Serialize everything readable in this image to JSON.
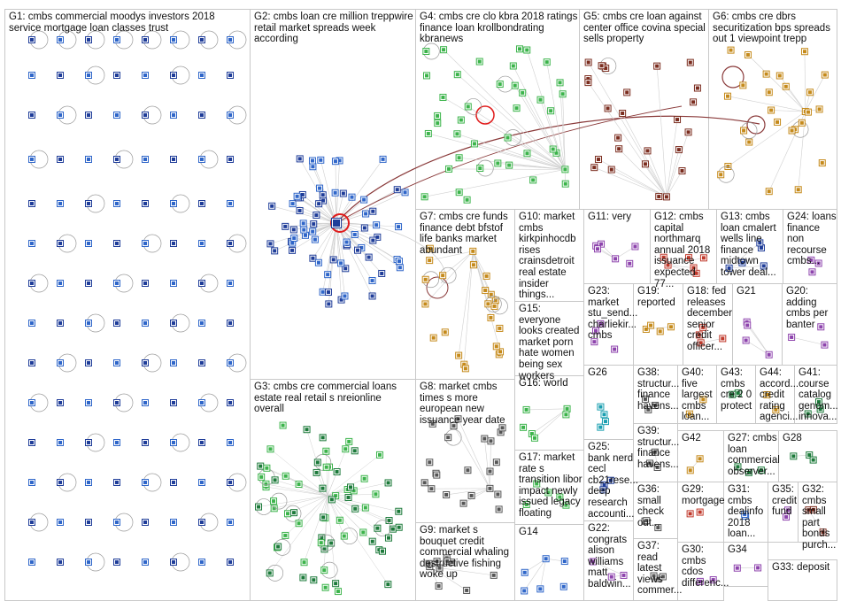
{
  "title": "",
  "colors": {
    "border": "#c8c8c8",
    "edge": "#d0d0d0",
    "edge_strong": "#8a3a3a",
    "node_ring": "#9a9a9a",
    "highlight": "#e01b1b",
    "palette": [
      "#1f3d99",
      "#2f66c9",
      "#1c7a3a",
      "#3cb44b",
      "#7b2d1f",
      "#c0392b",
      "#8e44ad",
      "#c58a1b",
      "#555555",
      "#1a9fb0"
    ]
  },
  "groups": [
    {
      "id": "G1",
      "label": "G1: cmbs commercial moodys investors 2018 service mortgage loan classes trust"
    },
    {
      "id": "G2",
      "label": "G2: cmbs loan cre million treppwire retail market spreads week according"
    },
    {
      "id": "G3",
      "label": "G3: cmbs cre commercial loans estate real retail s nreionline overall"
    },
    {
      "id": "G4",
      "label": "G4: cmbs cre clo kbra 2018 ratings finance loan krollbondrating kbranews"
    },
    {
      "id": "G5",
      "label": "G5: cmbs cre loan against center office covina special sells property"
    },
    {
      "id": "G6",
      "label": "G6: cmbs cre dbrs securitization bps spreads out 1 viewpoint trepp"
    },
    {
      "id": "G7",
      "label": "G7: cmbs cre funds finance debt bfstof life banks market abundant"
    },
    {
      "id": "G8",
      "label": "G8: market cmbs times s more european new issuance year date"
    },
    {
      "id": "G9",
      "label": "G9: market s bouquet credit commercial whaling destructive fishing woke up"
    },
    {
      "id": "G10",
      "label": "G10: market cmbs kirkpinhocdb rises crainsdetroit real estate insider things..."
    },
    {
      "id": "G11",
      "label": "G11: very"
    },
    {
      "id": "G12",
      "label": "G12: cmbs capital northmarq annual 2018 issuance expected 77..."
    },
    {
      "id": "G13",
      "label": "G13: cmbs loan cmalert wells line finance midtown tower deal..."
    },
    {
      "id": "G14",
      "label": "G14"
    },
    {
      "id": "G15",
      "label": "G15: everyone looks created market porn hate women being sex workers"
    },
    {
      "id": "G16",
      "label": "G16: world"
    },
    {
      "id": "G17",
      "label": "G17: market rate s transition libor impact newly issued legacy floating"
    },
    {
      "id": "G18",
      "label": "G18: fed releases december senior credit officer..."
    },
    {
      "id": "G19",
      "label": "G19: reported"
    },
    {
      "id": "G20",
      "label": "G20: adding cmbs per banter"
    },
    {
      "id": "G21",
      "label": "G21"
    },
    {
      "id": "G22",
      "label": "G22: congrats alison williams matt baldwin..."
    },
    {
      "id": "G23",
      "label": "G23: market stu_send... charliekir... cmbs"
    },
    {
      "id": "G24",
      "label": "G24: loans finance non recourse cmbs..."
    },
    {
      "id": "G25",
      "label": "G25: bank nerd cecl cb21rese... deep research accounti..."
    },
    {
      "id": "G26",
      "label": "G26"
    },
    {
      "id": "G27",
      "label": "G27: cmbs loan commercial observer..."
    },
    {
      "id": "G28",
      "label": "G28"
    },
    {
      "id": "G29",
      "label": "G29: mortgage"
    },
    {
      "id": "G30",
      "label": "G30: cmbs cdos differenc..."
    },
    {
      "id": "G31",
      "label": "G31: cmbs dealinfo 2018 loan..."
    },
    {
      "id": "G32",
      "label": "G32: cmbs small part bonds purch..."
    },
    {
      "id": "G33",
      "label": "G33: deposit"
    },
    {
      "id": "G34",
      "label": "G34"
    },
    {
      "id": "G35",
      "label": "G35: credit fund"
    },
    {
      "id": "G36",
      "label": "G36: small check out..."
    },
    {
      "id": "G37",
      "label": "G37: read latest views commer..."
    },
    {
      "id": "G38",
      "label": "G38: structur... finance havens..."
    },
    {
      "id": "G39",
      "label": "G39: structur... finance havens..."
    },
    {
      "id": "G40",
      "label": "G40: five largest cmbs loan..."
    },
    {
      "id": "G41",
      "label": "G41: course catalog genom... innova..."
    },
    {
      "id": "G42",
      "label": "G42"
    },
    {
      "id": "G43",
      "label": "G43: cmbs cre 2 0 protect"
    },
    {
      "id": "G44",
      "label": "G44: accord... credit rating agenci..."
    }
  ]
}
